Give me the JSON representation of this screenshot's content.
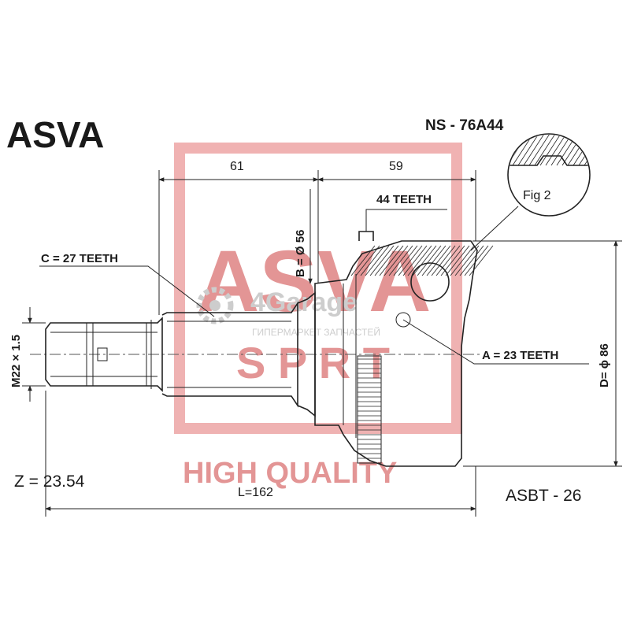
{
  "brand": "ASVA",
  "part_number": "NS - 76A44",
  "fig_label": "Fig 2",
  "dimensions": {
    "len_61": "61",
    "len_59": "59",
    "teeth_outer": "44 TEETH",
    "diam_b": "B = Ø 56",
    "teeth_c": "C = 27 TEETH",
    "thread": "M22 × 1.5",
    "teeth_a": "A = 23 TEETH",
    "diam_d": "D= ϕ 86",
    "length_l": "L=162"
  },
  "z_value": "Z = 23.54",
  "boot_code": "ASBT - 26",
  "watermark": {
    "brand": "ASVA",
    "sport": "S P R T",
    "quality": "HIGH QUALITY",
    "site": "4Garage",
    "site_sub": "ГИПЕРМАРКЕТ ЗАПЧАСТЕЙ"
  },
  "colors": {
    "ink": "#1a1a1a",
    "watermark_red": "#e08a8a",
    "watermark_grey": "#c8c8c8"
  }
}
